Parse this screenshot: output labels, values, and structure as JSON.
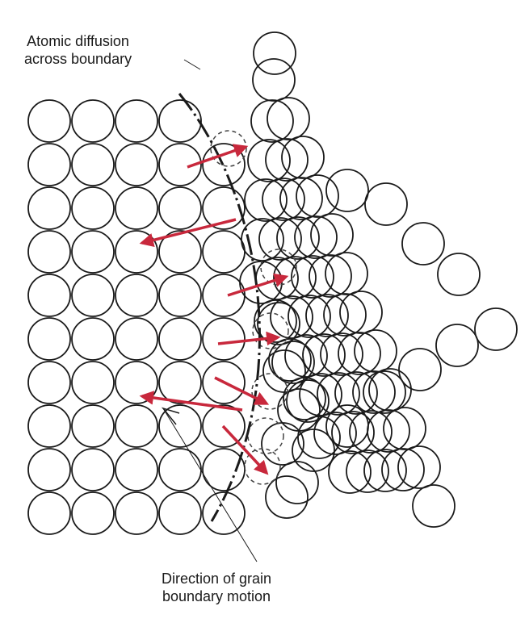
{
  "labels": {
    "top_line1": "Atomic diffusion",
    "top_line2": "across boundary",
    "bottom_line1": "Direction of grain",
    "bottom_line2": "boundary motion"
  },
  "colors": {
    "atom_stroke": "#1a1a1a",
    "arrow": "#c8283c",
    "boundary": "#1a1a1a",
    "vacant_site": "#444444"
  },
  "grains": {
    "left": {
      "name": "left-grain",
      "columns": 5,
      "rows": 10
    },
    "right": {
      "name": "right-grain"
    }
  },
  "diffusion_arrows": {
    "count": 7
  }
}
